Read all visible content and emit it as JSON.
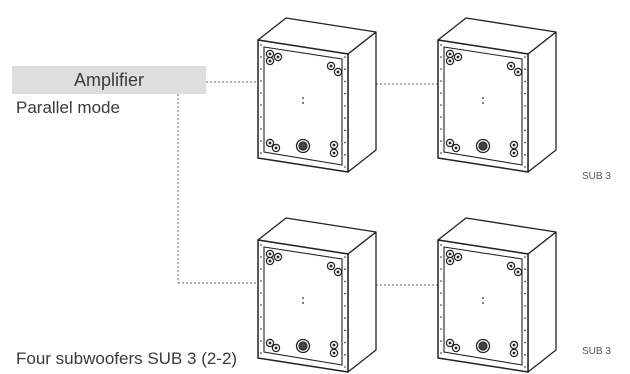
{
  "amplifier": {
    "label": "Amplifier"
  },
  "mode": {
    "label": "Parallel mode"
  },
  "caption": {
    "text": "Four subwoofers SUB 3 (2-2)"
  },
  "subwoofers": [
    {
      "position": "top-left"
    },
    {
      "position": "top-right",
      "label": "SUB 3"
    },
    {
      "position": "bottom-left"
    },
    {
      "position": "bottom-right",
      "label": "SUB 3"
    }
  ],
  "colors": {
    "line": "#222222",
    "wire": "#666666",
    "amp_fill": "#dedede",
    "text": "#3a3a3a"
  }
}
